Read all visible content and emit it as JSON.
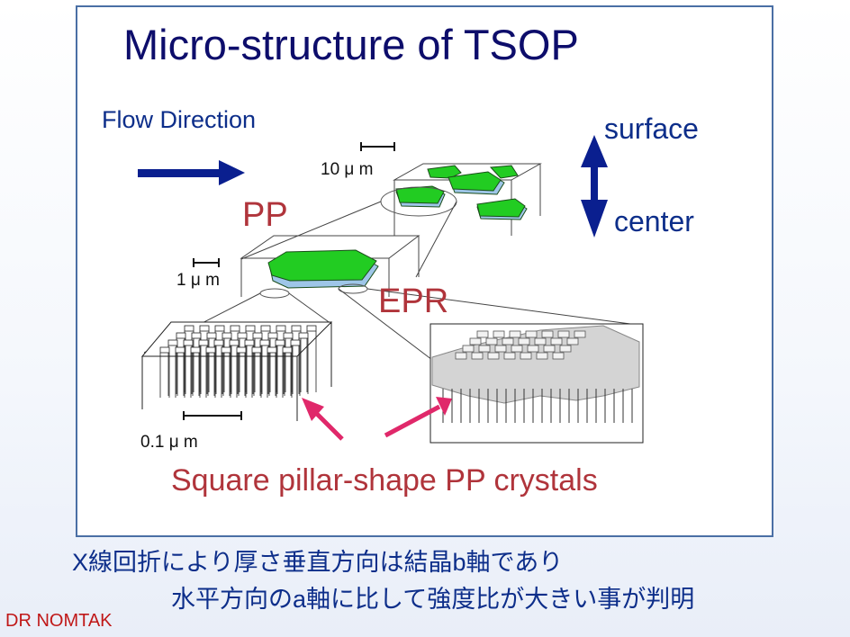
{
  "title": "Micro-structure of TSOP",
  "flow_label": "Flow Direction",
  "surface_label": "surface",
  "center_label": "center",
  "pp_label": "PP",
  "epr_label": "EPR",
  "scale_10": "10 μ m",
  "scale_1": "1 μ m",
  "scale_01": "0.1 μ m",
  "caption": "Square pillar-shape PP crystals",
  "japanese_line1": "X線回折により厚さ垂直方向は結晶b軸であり",
  "japanese_line2": "水平方向のa軸に比して強度比が大きい事が判明",
  "author": "DR NOMTAK",
  "colors": {
    "title": "#0d0d6b",
    "text_blue": "#0d2e8a",
    "arrow_navy": "#0a1f8f",
    "label_red": "#b0343b",
    "pointer_pink": "#e0286a",
    "pp_green": "#22cc22",
    "epr_blue": "#9ec6e8"
  },
  "icons": [
    "flow-arrow-icon",
    "surface-center-double-arrow-icon",
    "pink-pointer-arrow-icon"
  ]
}
